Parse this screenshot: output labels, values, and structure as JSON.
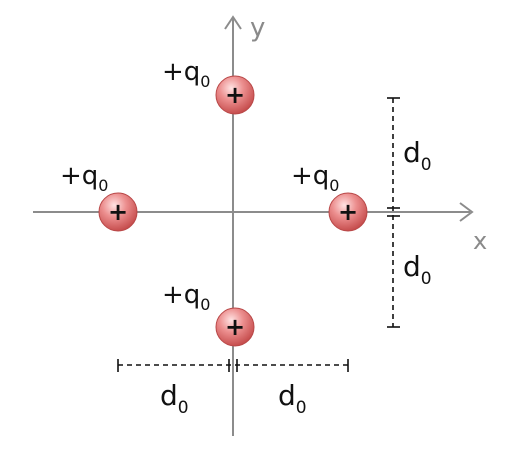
{
  "axes": {
    "x_label": "x",
    "y_label": "y"
  },
  "charges": [
    {
      "id": "top",
      "label": "+q",
      "subscript": "0",
      "symbol": "+"
    },
    {
      "id": "left",
      "label": "+q",
      "subscript": "0",
      "symbol": "+"
    },
    {
      "id": "right",
      "label": "+q",
      "subscript": "0",
      "symbol": "+"
    },
    {
      "id": "bottom",
      "label": "+q",
      "subscript": "0",
      "symbol": "+"
    }
  ],
  "dimensions": {
    "vertical_upper": {
      "label": "d",
      "subscript": "0"
    },
    "vertical_lower": {
      "label": "d",
      "subscript": "0"
    },
    "horizontal_left": {
      "label": "d",
      "subscript": "0"
    },
    "horizontal_right": {
      "label": "d",
      "subscript": "0"
    }
  },
  "colors": {
    "axis": "#8c8c8c",
    "charge_fill": "#e06a6a",
    "charge_edge": "#a83232",
    "dimension_line": "#111111",
    "text": "#111111"
  }
}
